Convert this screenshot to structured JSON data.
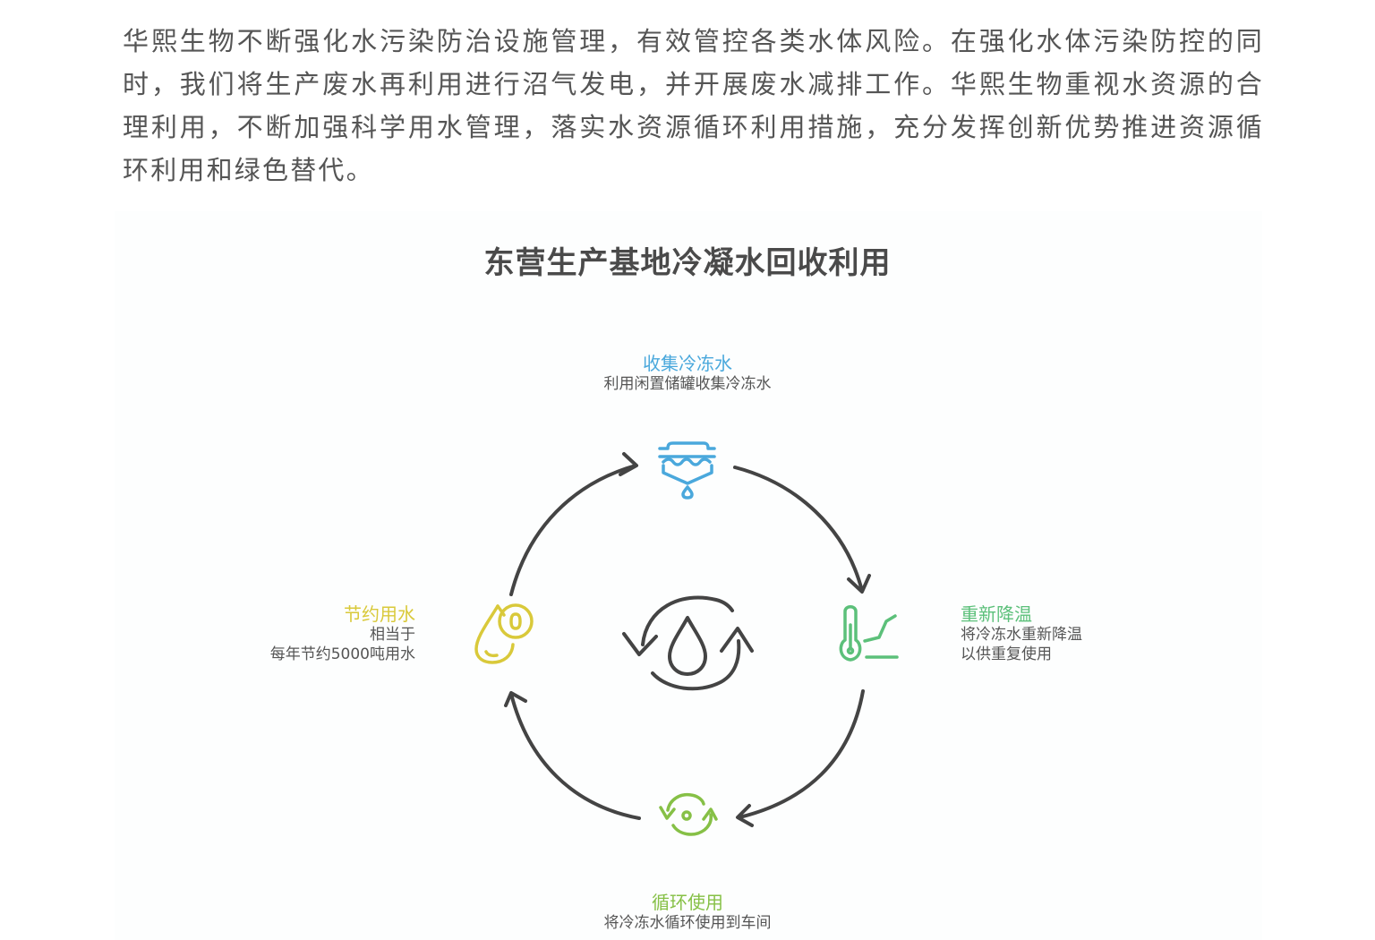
{
  "paragraph": {
    "text": "华熙生物不断强化水污染防治设施管理，有效管控各类水体风险。在强化水体污染防控的同时，我们将生产废水再利用进行沼气发电，并开展废水减排工作。华熙生物重视水资源的合理利用，不断加强科学用水管理，落实水资源循环利用措施，充分发挥创新优势推进资源循环利用和绿色替代。"
  },
  "diagram": {
    "title": "东营生产基地冷凝水回收利用",
    "center_icon": "water-cycle-icon",
    "colors": {
      "arrow": "#444444",
      "collect": "#4aa8dc",
      "cool": "#5cc07a",
      "recycle": "#86c046",
      "save": "#d9c93a"
    },
    "nodes": [
      {
        "id": "collect",
        "title": "收集冷冻水",
        "lines": [
          "利用闲置储罐收集冷冻水"
        ],
        "icon": "storage-tank-drip-icon",
        "color": "#4aa8dc"
      },
      {
        "id": "cool",
        "title": "重新降温",
        "lines": [
          "将冷冻水重新降温",
          "以供重复使用"
        ],
        "icon": "thermometer-icon",
        "color": "#5cc07a"
      },
      {
        "id": "recycle",
        "title": "循环使用",
        "lines": [
          "将冷冻水循环使用到车间"
        ],
        "icon": "recycle-arrows-icon",
        "color": "#86c046"
      },
      {
        "id": "save",
        "title": "节约用水",
        "lines": [
          "相当于",
          "每年节约5000吨用水"
        ],
        "icon": "water-drop-coin-icon",
        "color": "#d9c93a"
      }
    ]
  }
}
